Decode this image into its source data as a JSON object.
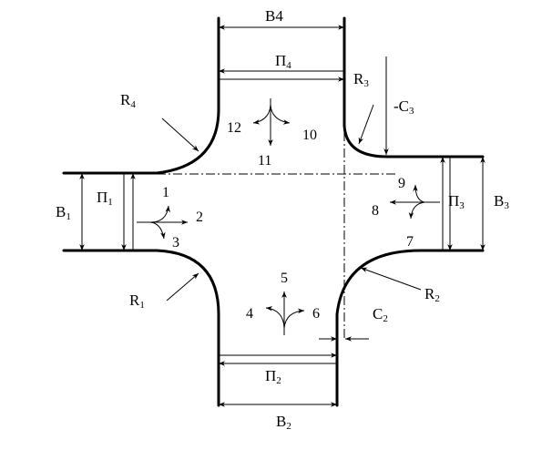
{
  "diagram": {
    "labels": {
      "b4": "B4",
      "p4": "П",
      "p4_sub": "4",
      "r3": "R",
      "r3_sub": "3",
      "r4": "R",
      "r4_sub": "4",
      "c3": "-C",
      "c3_sub": "3",
      "b1": "B",
      "b1_sub": "1",
      "p1": "П",
      "p1_sub": "1",
      "b3": "B",
      "b3_sub": "3",
      "p3": "П",
      "p3_sub": "3",
      "r1": "R",
      "r1_sub": "1",
      "r2": "R",
      "r2_sub": "2",
      "c2": "C",
      "c2_sub": "2",
      "p2": "П",
      "p2_sub": "2",
      "b2": "B",
      "b2_sub": "2"
    },
    "movements": [
      "1",
      "2",
      "3",
      "4",
      "5",
      "6",
      "7",
      "8",
      "9",
      "10",
      "11",
      "12"
    ]
  }
}
